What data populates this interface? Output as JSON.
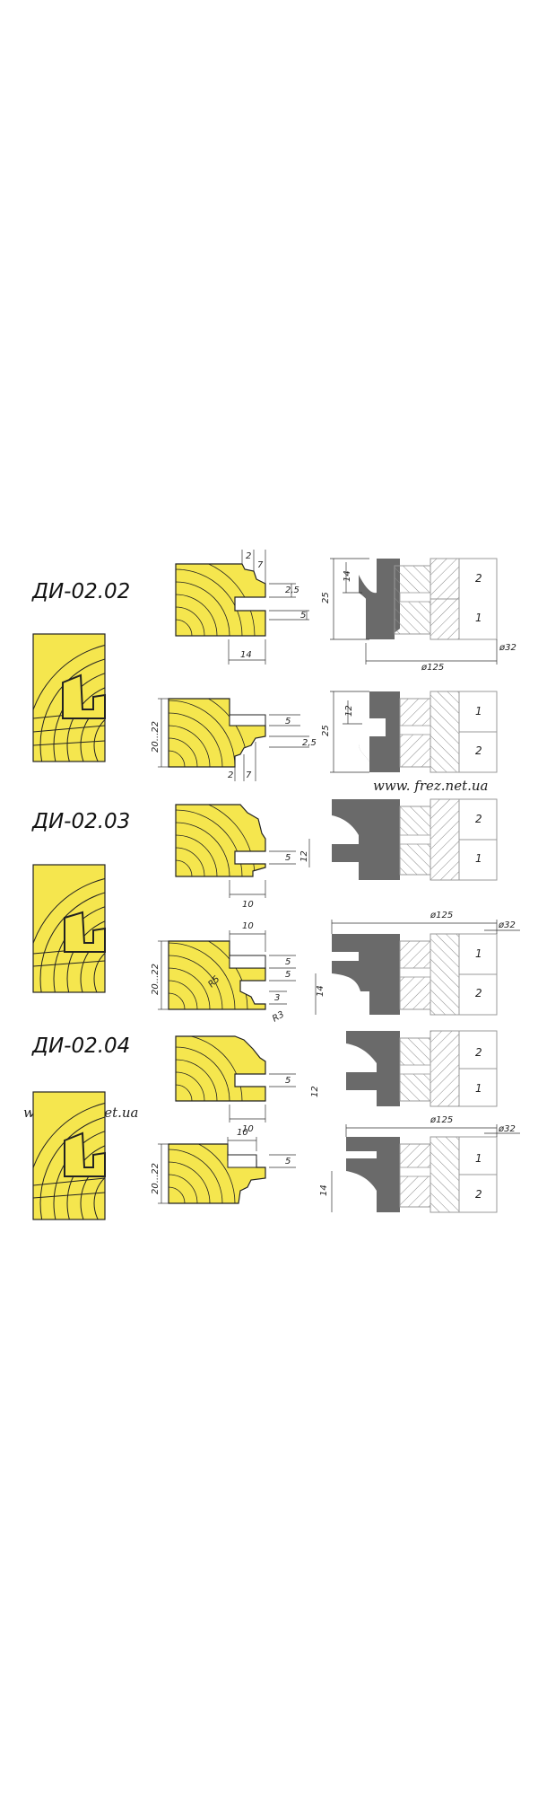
{
  "models": [
    "ДИ-02.02",
    "ДИ-02.03",
    "ДИ-02.04"
  ],
  "watermark": "www. frez.net.ua",
  "colors": {
    "wood": "#f5e64e",
    "wood_line": "#222222",
    "cutter": "#6a6a6a",
    "hatch": "#888888"
  },
  "set1": {
    "p1": {
      "d2": "2",
      "d7": "7",
      "d25": "2,5",
      "d5": "5",
      "d14": "14"
    },
    "c1": {
      "h25": "25",
      "h14": "14",
      "k2": "2",
      "k1": "1",
      "dia": "ø125",
      "bore": "ø32"
    },
    "p2": {
      "h": "20...22",
      "d5": "5",
      "d25": "2,5",
      "d7": "7",
      "d2": "2"
    },
    "c2": {
      "h25": "25",
      "h12": "12",
      "k1": "1",
      "k2": "2"
    }
  },
  "set2": {
    "p1": {
      "d5": "5",
      "d12": "12",
      "d10": "10"
    },
    "c1": {
      "k2": "2",
      "k1": "1"
    },
    "p2": {
      "d10": "10",
      "d5a": "5",
      "d5b": "5",
      "h": "20...22",
      "r5": "R5",
      "d3": "3",
      "r3": "R3"
    },
    "c2": {
      "dia": "ø125",
      "bore": "ø32",
      "h14": "14",
      "k1": "1",
      "k2": "2"
    }
  },
  "set3": {
    "p1": {
      "d5": "5",
      "d12": "12",
      "d10": "10"
    },
    "c1": {
      "k2": "2",
      "k1": "1"
    },
    "p2": {
      "d10": "10",
      "d5": "5",
      "h": "20...22"
    },
    "c2": {
      "dia": "ø125",
      "bore": "ø32",
      "h14": "14",
      "k1": "1",
      "k2": "2"
    }
  }
}
